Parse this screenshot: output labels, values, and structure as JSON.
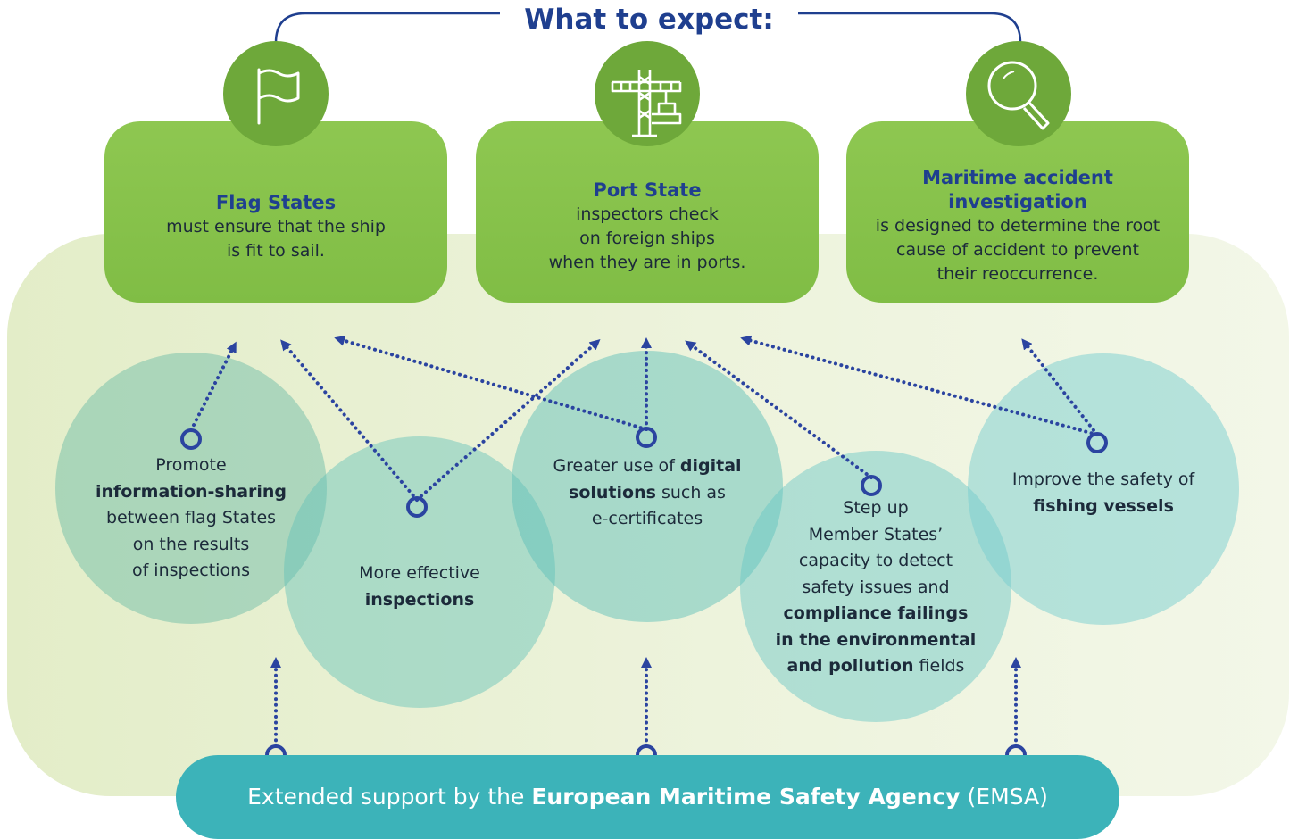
{
  "title": "What to expect:",
  "boxes": [
    {
      "heading": "Flag States",
      "lines": [
        "must ensure that the ship",
        "is fit to sail."
      ],
      "icon": "flag-icon"
    },
    {
      "heading": "Port State",
      "lines": [
        "inspectors check",
        "on foreign ships",
        "when they are in ports."
      ],
      "icon": "port-crane-icon"
    },
    {
      "heading_lines": [
        "Maritime accident",
        "investigation"
      ],
      "lines": [
        "is designed to determine the root",
        "cause of accident to prevent",
        "their reoccurrence."
      ],
      "icon": "magnifier-icon"
    }
  ],
  "circles": {
    "c1": {
      "l1": "Promote",
      "l2": "information-sharing",
      "l3": "between flag States",
      "l4": "on the results",
      "l5": "of inspections"
    },
    "c2": {
      "l1": "More effective",
      "l2": "inspections"
    },
    "c3": {
      "l1a": "Greater use of ",
      "l1b": "digital",
      "l2a": "solutions",
      "l2b": " such as",
      "l3": "e-certificates"
    },
    "c4": {
      "l1": "Step up",
      "l2": "Member States’",
      "l3": "capacity to detect",
      "l4": "safety issues and",
      "l5": "compliance failings",
      "l6": "in the environmental",
      "l7a": "and pollution",
      "l7b": " fields"
    },
    "c5": {
      "l1": "Improve the safety of",
      "l2": "fishing vessels"
    }
  },
  "footer": {
    "pre": "Extended support by the ",
    "bold": "European Maritime Safety Agency",
    "post": " (EMSA)"
  },
  "colors": {
    "box_green": "#8ec751",
    "icon_green": "#6ea83a",
    "navy": "#1f3f8f",
    "teal": "#3cb3b9",
    "dotted_arrow": "#2b44a0"
  }
}
